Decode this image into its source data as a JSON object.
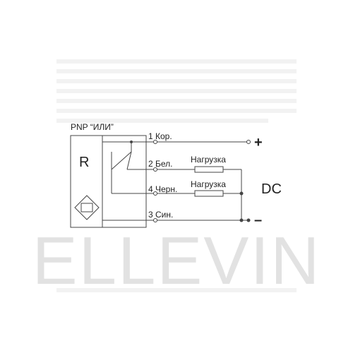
{
  "diagram": {
    "title": "PNP “ИЛИ”",
    "sensor_letter": "R",
    "supply_label": "DC",
    "plus_sign": "+",
    "minus_sign": "–",
    "watermark": "ELLEVIN",
    "terminals": [
      {
        "label": "1 Кор."
      },
      {
        "label": "2 Бел."
      },
      {
        "label": "4 Черн."
      },
      {
        "label": "3 Син."
      }
    ],
    "loads": [
      {
        "label": "Нагрузка"
      },
      {
        "label": "Нагрузка"
      }
    ]
  }
}
